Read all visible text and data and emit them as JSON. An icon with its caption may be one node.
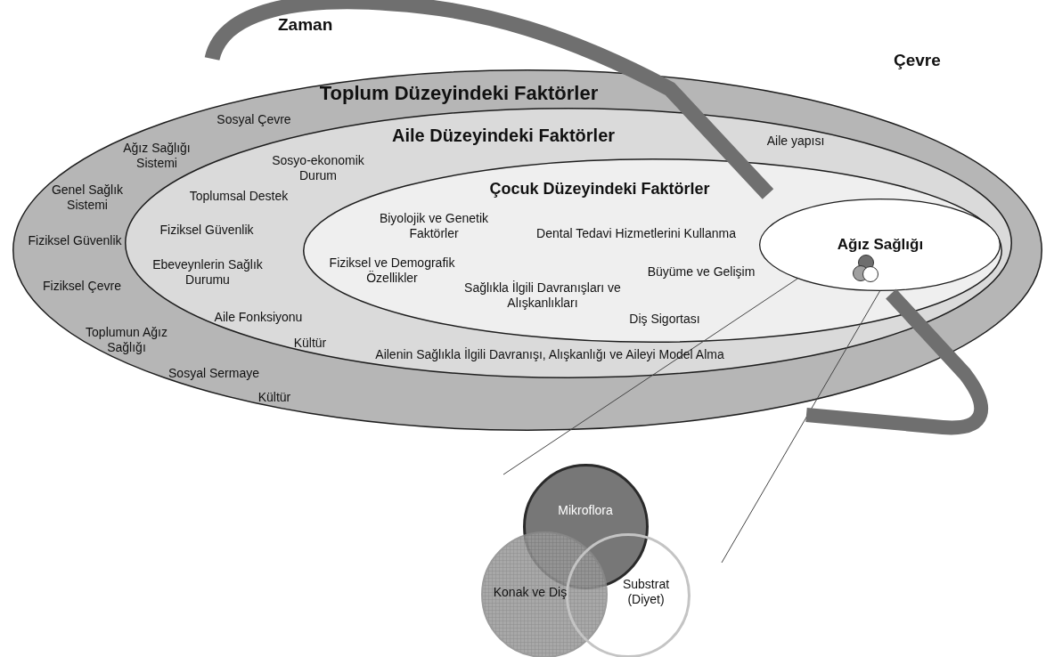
{
  "diagram": {
    "nodes": [
      {
        "text": [
          "Toplum Düzeyindeki Faktörler",
          "Sosyal Çevre",
          "Ağız Sağlığı Sistemi",
          "Genel Sağlık Sistemi",
          "Fiziksel Güvenlik",
          "Fiziksel Çevre",
          "Toplumun Ağız Sağlığı",
          "Sosyal Sermaye",
          "Kültür"
        ]
      },
      {
        "text": [
          "Aile Düzeyindeki Faktörler",
          "Aile yapısı",
          "Sosyo-ekonomik Durum",
          "Toplumsal Destek",
          "Fiziksel Güvenlik",
          "Ebeveynlerin Sağlık Durumu",
          "Aile Fonksiyonu",
          "Kültür",
          "Ailenin Sağlıkla İlgili Davranışı, Alışkanlığı ve Aileyi Model Alma"
        ],
        "in": 0
      },
      {
        "text": [
          "Çocuk Düzeyindeki Faktörler",
          "Biyolojik ve Genetik Faktörler",
          "Dental Tedavi Hizmetlerini Kullanma",
          "Fiziksel ve Demografik Özellikler",
          "Büyüme ve Gelişim",
          "Sağlıkla İlgili Davranışları ve Alışkanlıkları",
          "Diş Sigortası"
        ],
        "in": 1
      },
      {
        "text": [
          "Ağız Sağlığı"
        ],
        "in": 2
      },
      {
        "text": [
          "Mikroflora"
        ]
      },
      {
        "text": [
          "Konak ve Diş"
        ]
      },
      {
        "text": [
          "Substrat (Diyet)"
        ]
      }
    ],
    "edges": [
      {
        "from": 3,
        "to": null,
        "arrow": "none"
      },
      {
        "from": 3,
        "to": null,
        "arrow": "none"
      }
    ],
    "labels": [
      "Zaman",
      "Çevre"
    ]
  }
}
